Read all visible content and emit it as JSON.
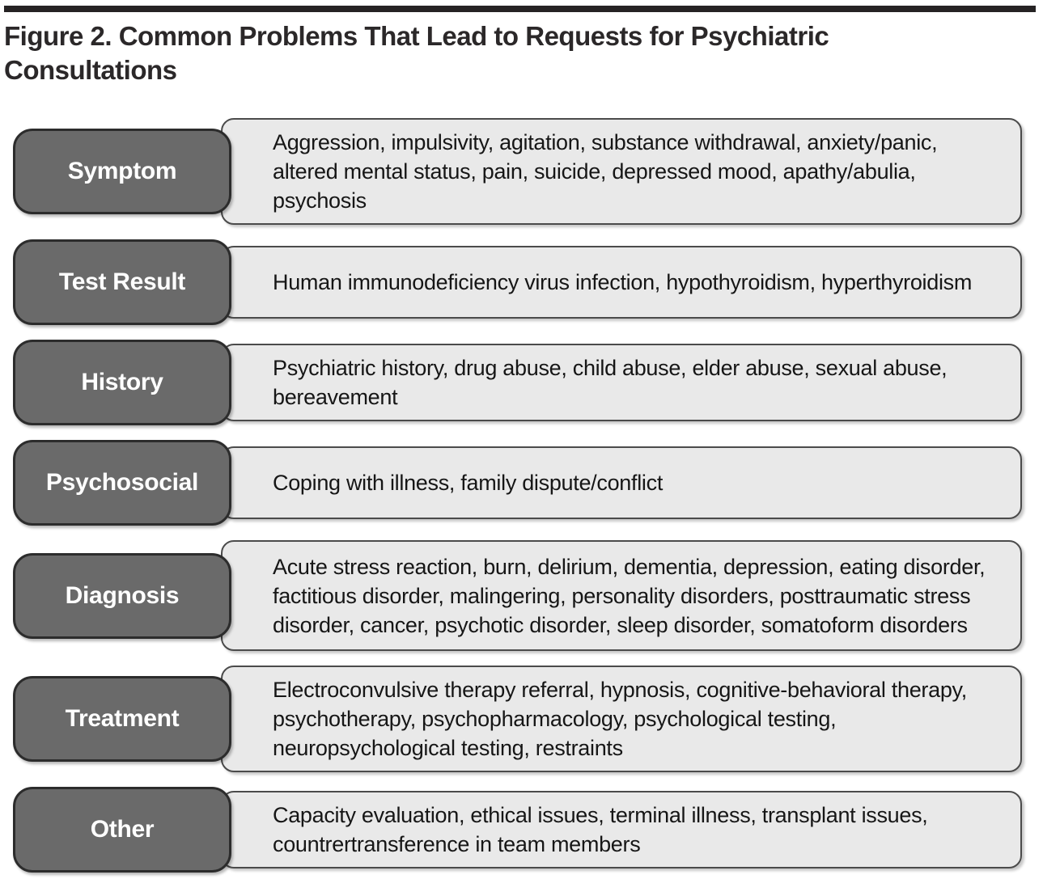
{
  "figure": {
    "title_line1": "Figure 2. Common Problems That Lead to Requests for Psychiatric",
    "title_line2": "Consultations"
  },
  "colors": {
    "label_box_fill": "#6a6a6a",
    "label_box_border": "#2c2c2c",
    "label_text": "#ffffff",
    "content_box_fill": "#e9e9e9",
    "content_box_border": "#4b4b4b",
    "content_text": "#161616",
    "rule": "#262324"
  },
  "rows": [
    {
      "label": "Symptom",
      "items": "Aggression, impulsivity, agitation, substance withdrawal, anxiety/panic, altered mental status, pain, suicide, depressed mood, apathy/abulia, psychosis"
    },
    {
      "label": "Test Result",
      "items": "Human immunodeficiency virus infection, hypothyroidism, hyperthyroidism"
    },
    {
      "label": "History",
      "items": "Psychiatric history, drug abuse, child abuse, elder abuse, sexual abuse, bereavement"
    },
    {
      "label": "Psychosocial",
      "items": "Coping with illness, family dispute/conflict"
    },
    {
      "label": "Diagnosis",
      "items": "Acute stress reaction, burn, delirium, dementia, depression, eating disorder, factitious disorder, malingering, personality disorders, posttraumatic stress disorder, cancer, psychotic disorder, sleep disorder, somatoform disorders"
    },
    {
      "label": "Treatment",
      "items": "Electroconvulsive therapy referral, hypnosis, cognitive-behavioral therapy, psychotherapy, psychopharmacology, psychological testing, neuropsychological testing, restraints"
    },
    {
      "label": "Other",
      "items": "Capacity evaluation, ethical issues, terminal illness, transplant issues, countrertransference in team members"
    }
  ]
}
